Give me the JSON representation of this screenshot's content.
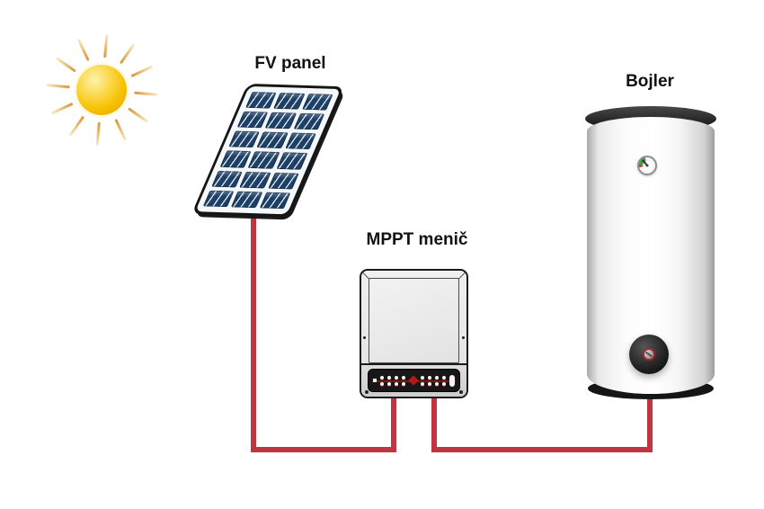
{
  "diagram": {
    "type": "solar-water-heating-schematic",
    "labels": {
      "panel": "FV panel",
      "inverter": "MPPT menič",
      "boiler": "Bojler"
    },
    "components": [
      {
        "name": "sun-icon"
      },
      {
        "name": "solar-panel-illustration",
        "label_key": "panel"
      },
      {
        "name": "mppt-inverter-illustration",
        "label_key": "inverter"
      },
      {
        "name": "boiler-illustration",
        "label_key": "boiler"
      },
      {
        "name": "temperature-gauge-icon"
      },
      {
        "name": "heater-port-icon"
      }
    ],
    "connections": [
      {
        "from": "solar-panel",
        "to": "mppt-inverter",
        "style": "red-wire"
      },
      {
        "from": "mppt-inverter",
        "to": "boiler",
        "style": "red-wire"
      }
    ],
    "colors": {
      "wire": "#c0353f",
      "panel_cell": "#1e4066",
      "sun_core": "#f6c101",
      "sun_edge": "#ee9c00",
      "gauge_green": "#3fa23f",
      "connector_red": "#b5191d",
      "trim_black": "#1a1a1a"
    }
  }
}
